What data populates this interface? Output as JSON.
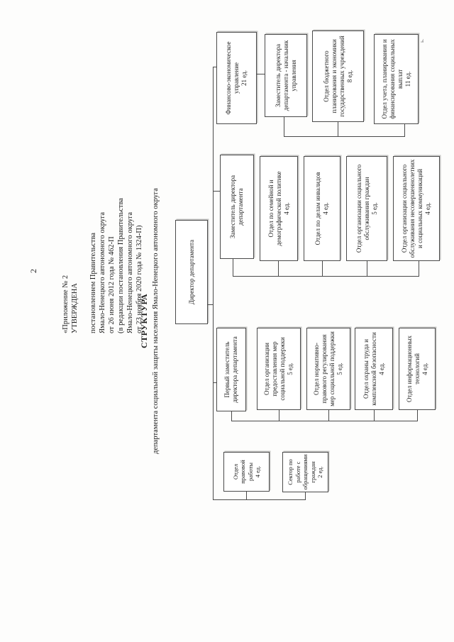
{
  "page": {
    "number": "2"
  },
  "approval": {
    "line1": "«Приложение № 2",
    "line2": "УТВЕРЖДЕНА",
    "line3": "постановлением Правительства",
    "line4": "Ямало-Ненецкого автономного округа",
    "line5": "от 26 июня 2012 года № 462-П",
    "line6": "(в редакции постановления Правительства",
    "line7": "Ямало-Ненецкого автономного округа",
    "line8": "от 23 ноября 2020 года № 1324-П)"
  },
  "title": {
    "main": "СТРУКТУРА",
    "subtitle": "департамента социальной защиты населения Ямало-Ненецкого автономного округа"
  },
  "chart_nodes": {
    "root": {
      "label": "Директор департамента",
      "parent": null
    },
    "a_head": {
      "label": "Финансово-экономическое управление",
      "staff": "21 ед.",
      "parent": "root"
    },
    "a1": {
      "label": "Заместитель директора департамента - начальник управления",
      "parent": "a_head"
    },
    "a2": {
      "label": "Отдел бюджетного планирования и экономики государственных учреждений",
      "staff": "8 ед.",
      "parent": "a1"
    },
    "a3": {
      "label": "Отдел учета, планирования и финансирования социальных выплат",
      "staff": "11 ед.",
      "parent": "a1"
    },
    "b_head": {
      "label": "Заместитель директора департамента",
      "parent": "root"
    },
    "b1": {
      "label": "Отдел по семейной и демографической политике",
      "staff": "4 ед.",
      "parent": "b_head"
    },
    "b2": {
      "label": "Отдел по делам инвалидов",
      "staff": "4 ед.",
      "parent": "b_head"
    },
    "b3": {
      "label": "Отдел организации социального обслуживания граждан",
      "staff": "5 ед.",
      "parent": "b_head"
    },
    "b4": {
      "label": "Отдел организации социального обслуживания несовершеннолетних и социальных коммуникаций",
      "staff": "4 ед.",
      "parent": "b_head"
    },
    "c_head": {
      "label": "Первый заместитель директора департамента",
      "parent": "root"
    },
    "c1": {
      "label": "Отдел организации предоставления мер социальной поддержки",
      "staff": "5 ед.",
      "parent": "c_head"
    },
    "c2": {
      "label": "Отдел нормативно-правового регулирования мер социальной поддержки",
      "staff": "5 ед.",
      "parent": "c_head"
    },
    "c3": {
      "label": "Отдел охраны труда и комплексной безопасности",
      "staff": "4 ед.",
      "parent": "c_head"
    },
    "c4": {
      "label": "Отдел информационных технологий",
      "staff": "4 ед.",
      "parent": "c_head"
    },
    "d1": {
      "label": "Отдел правовой работы",
      "staff": "4 ед.",
      "parent": "root"
    },
    "d2": {
      "label": "Сектор по работе с обращениями граждан",
      "staff": "2 ед.",
      "parent": "root"
    }
  },
  "artifact": "ь."
}
